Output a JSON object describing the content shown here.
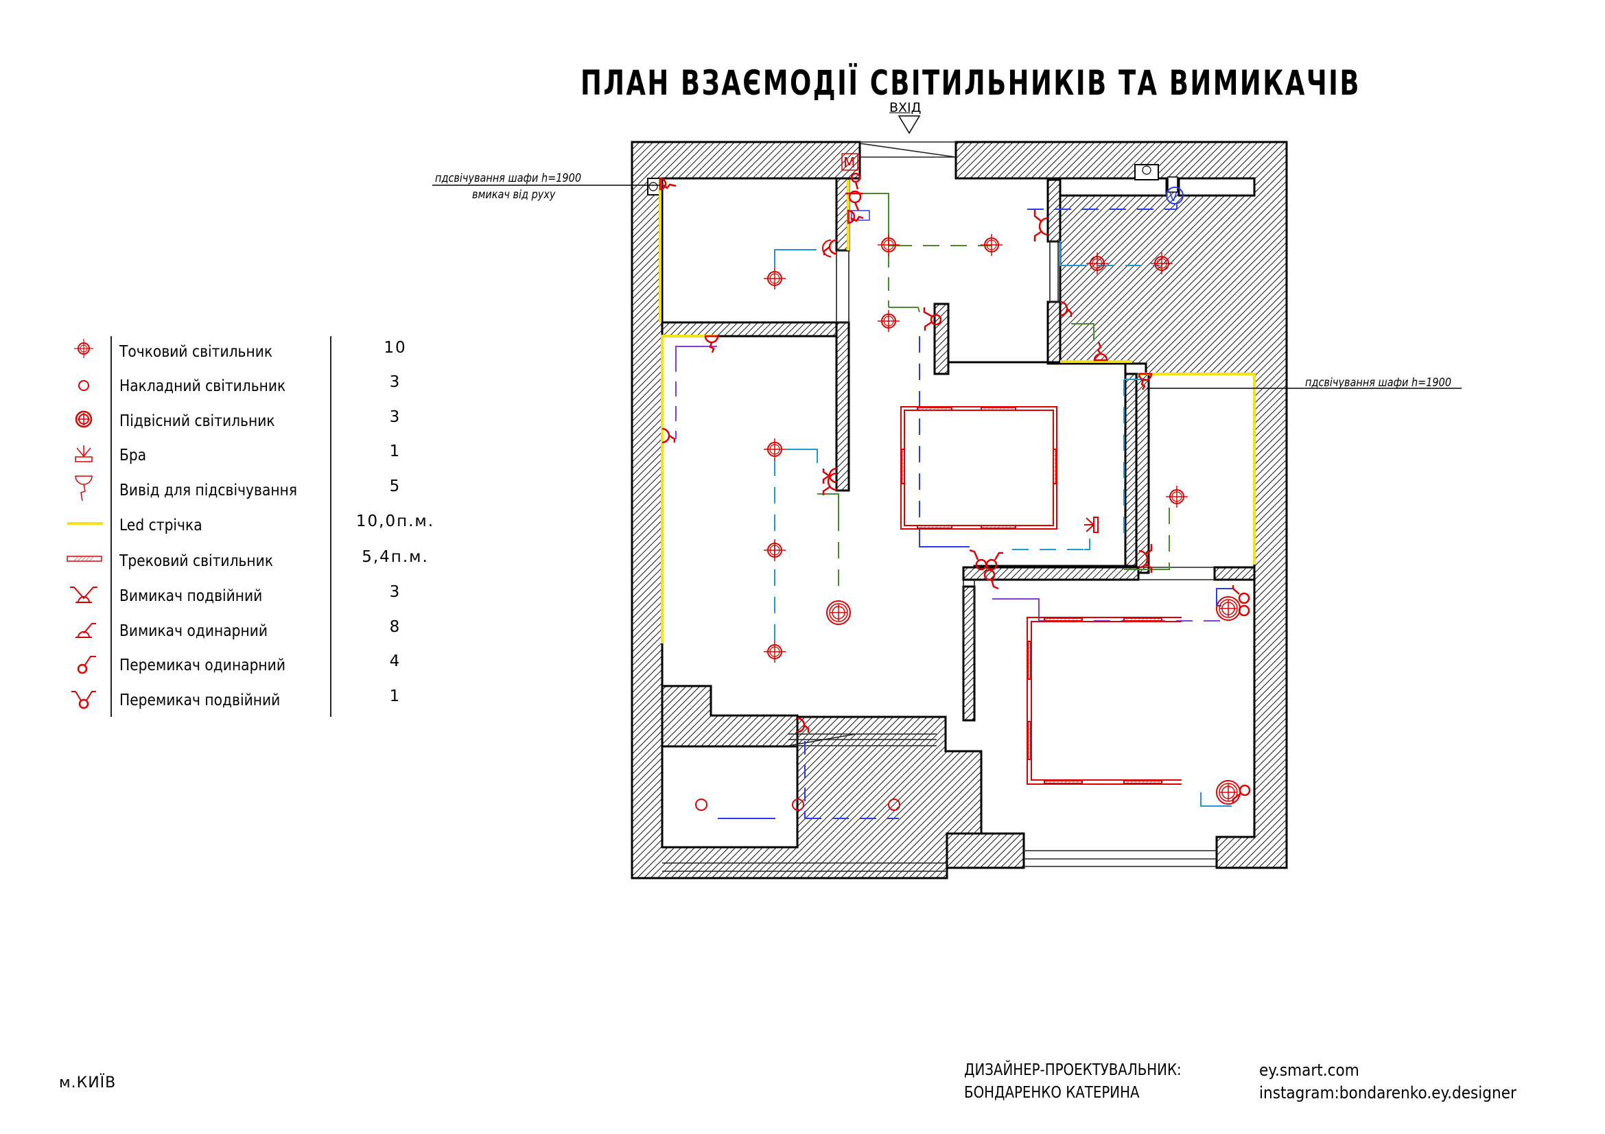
{
  "header": {
    "title": "ПЛАН ВЗАЄМОДІЇ СВІТИЛЬНИКІВ ТА ВИМИКАЧІВ",
    "entrance_label": "ВХІД"
  },
  "annotations": {
    "wardrobe_left_line1": "пдсвічування шафи h=1900",
    "wardrobe_left_line2": "вмикач від руху",
    "wardrobe_right": "пдсвічування шафи h=1900",
    "motion_sensor_mark": "M",
    "ventilation_mark": "V"
  },
  "legend": {
    "items": [
      {
        "icon": "spot-light-icon",
        "label": "Точковий світильник",
        "qty": "10"
      },
      {
        "icon": "surface-light-icon",
        "label": "Накладний світильник",
        "qty": "3"
      },
      {
        "icon": "pendant-light-icon",
        "label": "Підвісний світильник",
        "qty": "3"
      },
      {
        "icon": "wall-sconce-icon",
        "label": "Бра",
        "qty": "1"
      },
      {
        "icon": "lighting-outlet-icon",
        "label": "Вивід для підсвічування",
        "qty": "5"
      },
      {
        "icon": "led-strip-icon",
        "label": "Led стрічка",
        "qty": "10,0п.м."
      },
      {
        "icon": "track-light-icon",
        "label": "Трековий світильник",
        "qty": "5,4п.м."
      },
      {
        "icon": "double-switch-icon",
        "label": "Вимикач подвійний",
        "qty": "3"
      },
      {
        "icon": "single-switch-icon",
        "label": "Вимикач одинарний",
        "qty": "8"
      },
      {
        "icon": "single-changeover-switch-icon",
        "label": "Перемикач одинарний",
        "qty": "4"
      },
      {
        "icon": "double-changeover-switch-icon",
        "label": "Перемикач подвійний",
        "qty": "1"
      }
    ]
  },
  "footer": {
    "city": "м.КИЇВ",
    "designer_role": "ДИЗАЙНЕР-ПРОЕКТУВАЛЬНИК:",
    "designer_name": "БОНДАРЕНКО КАТЕРИНА",
    "website": "ey.smart.com",
    "instagram": "instagram:bondarenko.ey.designer"
  },
  "colors": {
    "fixture_red": "#e00000",
    "led_yellow": "#f5e31a",
    "wire_green": "#4a8a2a",
    "wire_blue": "#2a3cf0",
    "wire_cyan": "#1a9ad0",
    "wire_purple": "#8a3ad8",
    "wall_outline": "#000000"
  }
}
